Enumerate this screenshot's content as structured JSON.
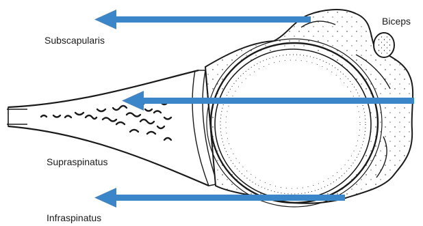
{
  "labels": {
    "biceps": "Biceps",
    "subscapularis": "Subscapularis",
    "supraspinatus": "Supraspinatus",
    "infraspinatus": "Infraspinatus"
  },
  "colors": {
    "arrow": "#3a86c8",
    "ink": "#1a1a1a"
  },
  "icons": [
    "humeral-head-illustration",
    "arrow-left-icon"
  ]
}
